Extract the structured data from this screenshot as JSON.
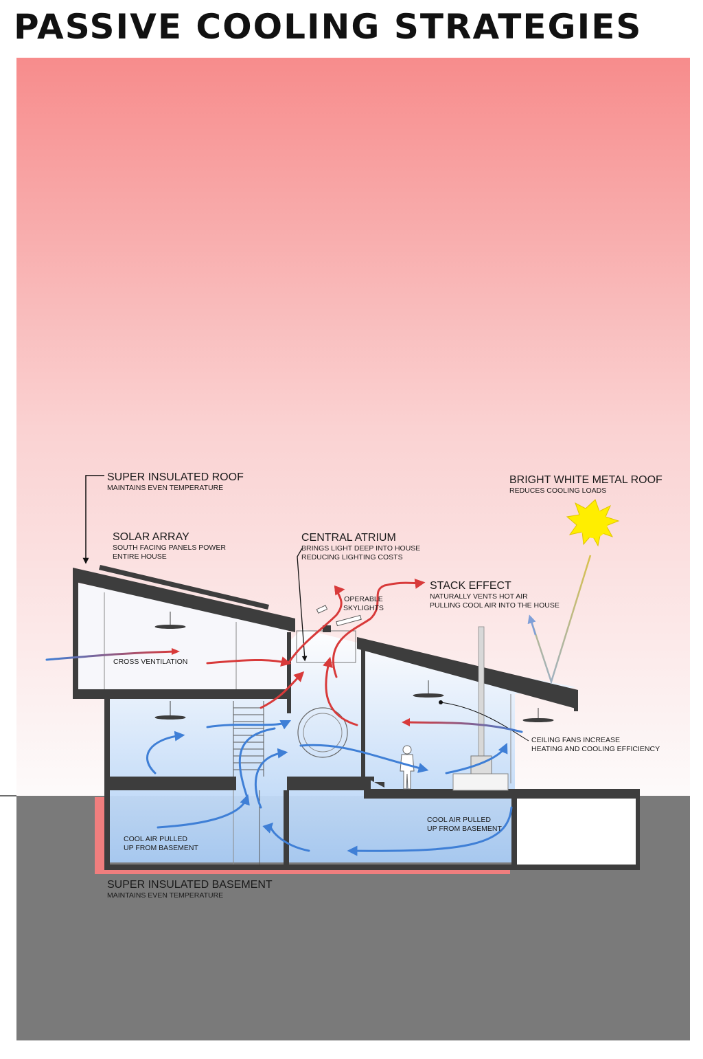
{
  "title": "PASSIVE COOLING STRATEGIES",
  "labels": {
    "super_insulated_roof": {
      "title": "SUPER INSULATED ROOF",
      "sub": "MAINTAINS EVEN TEMPERATURE"
    },
    "solar_array": {
      "title": "SOLAR ARRAY",
      "sub1": "SOUTH FACING PANELS POWER",
      "sub2": "ENTIRE HOUSE"
    },
    "central_atrium": {
      "title": "CENTRAL ATRIUM",
      "sub1": "BRINGS LIGHT DEEP INTO HOUSE",
      "sub2": "REDUCING LIGHTING COSTS"
    },
    "bright_white_roof": {
      "title": "BRIGHT WHITE METAL ROOF",
      "sub": "REDUCES COOLING LOADS"
    },
    "stack_effect": {
      "title": "STACK EFFECT",
      "sub1": "NATURALLY VENTS HOT AIR",
      "sub2": "PULLING COOL AIR INTO THE HOUSE"
    },
    "operable_skylights": {
      "line1": "OPERABLE",
      "line2": "SKYLIGHTS"
    },
    "cross_ventilation": "CROSS VENTILATION",
    "ceiling_fans": {
      "line1": "CEILING FANS INCREASE",
      "line2": "HEATING AND COOLING EFFICIENCY"
    },
    "cool_air_left": {
      "line1": "COOL AIR PULLED",
      "line2": "UP FROM BASEMENT"
    },
    "cool_air_right": {
      "line1": "COOL AIR PULLED",
      "line2": "UP FROM BASEMENT"
    },
    "super_insulated_basement": {
      "title": "SUPER INSULATED BASEMENT",
      "sub": "MAINTAINS EVEN TEMPERATURE"
    }
  },
  "colors": {
    "sky_top": "#f78c8c",
    "sky_bottom": "#fbfbfb",
    "ground": "#7a7a7a",
    "structure": "#3d3d3d",
    "hot_air": "#d83a3a",
    "cool_air": "#3f7fd6",
    "insulation": "#f07e7e",
    "sun": "#ffee00",
    "sun_ray": "#d9c14a"
  }
}
